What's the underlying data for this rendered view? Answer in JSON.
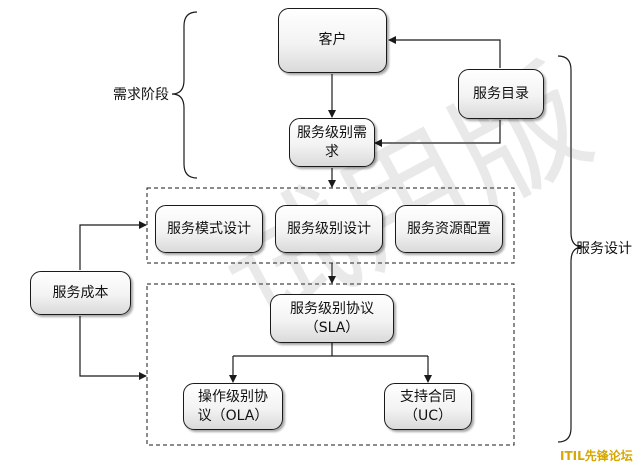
{
  "nodes": {
    "customer": "客户",
    "sl_requirements": [
      "服务级别需",
      "求"
    ],
    "service_catalog": "服务目录",
    "service_model_design": "服务模式设计",
    "service_level_design": "服务级别设计",
    "service_resource_config": "服务资源配置",
    "service_cost": "服务成本",
    "sla": [
      "服务级别协议",
      "（SLA）"
    ],
    "ola": [
      "操作级别协",
      "议（OLA）"
    ],
    "uc": [
      "支持合同",
      "（UC）"
    ]
  },
  "labels": {
    "requirement_phase": "需求阶段",
    "service_design": "服务设计"
  },
  "watermark": "试用版",
  "logo": "ITIL先锋论坛",
  "colors": {
    "line": "#1a1a1a",
    "logo": "#d6a800"
  }
}
